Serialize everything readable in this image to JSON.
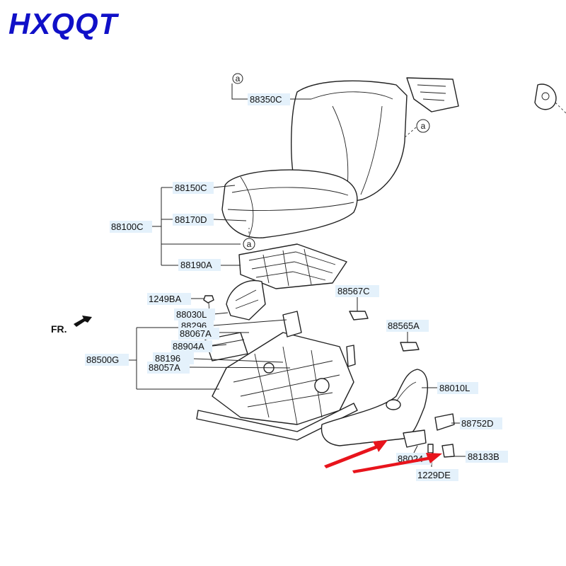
{
  "brand": {
    "text": "HXQQT",
    "color": "#1010c8"
  },
  "direction": {
    "text": "FR."
  },
  "callout_letter": "a",
  "labels": {
    "p88350C": "88350C",
    "p88150C": "88150C",
    "p88100C": "88100C",
    "p88170D": "88170D",
    "p88190A": "88190A",
    "p1249BA": "1249BA",
    "p88567C": "88567C",
    "p88030L": "88030L",
    "p88296": "88296",
    "p88067A": "88067A",
    "p88565A": "88565A",
    "p88904A": "88904A",
    "p88500G": "88500G",
    "p88196": "88196",
    "p88057A": "88057A",
    "p88010L": "88010L",
    "p88752D": "88752D",
    "p88024": "88024",
    "p88183B": "88183B",
    "p1229DE": "1229DE"
  },
  "colors": {
    "label_background": "#e4f1fb",
    "arrow": "#e8141c",
    "line": "#222222"
  }
}
